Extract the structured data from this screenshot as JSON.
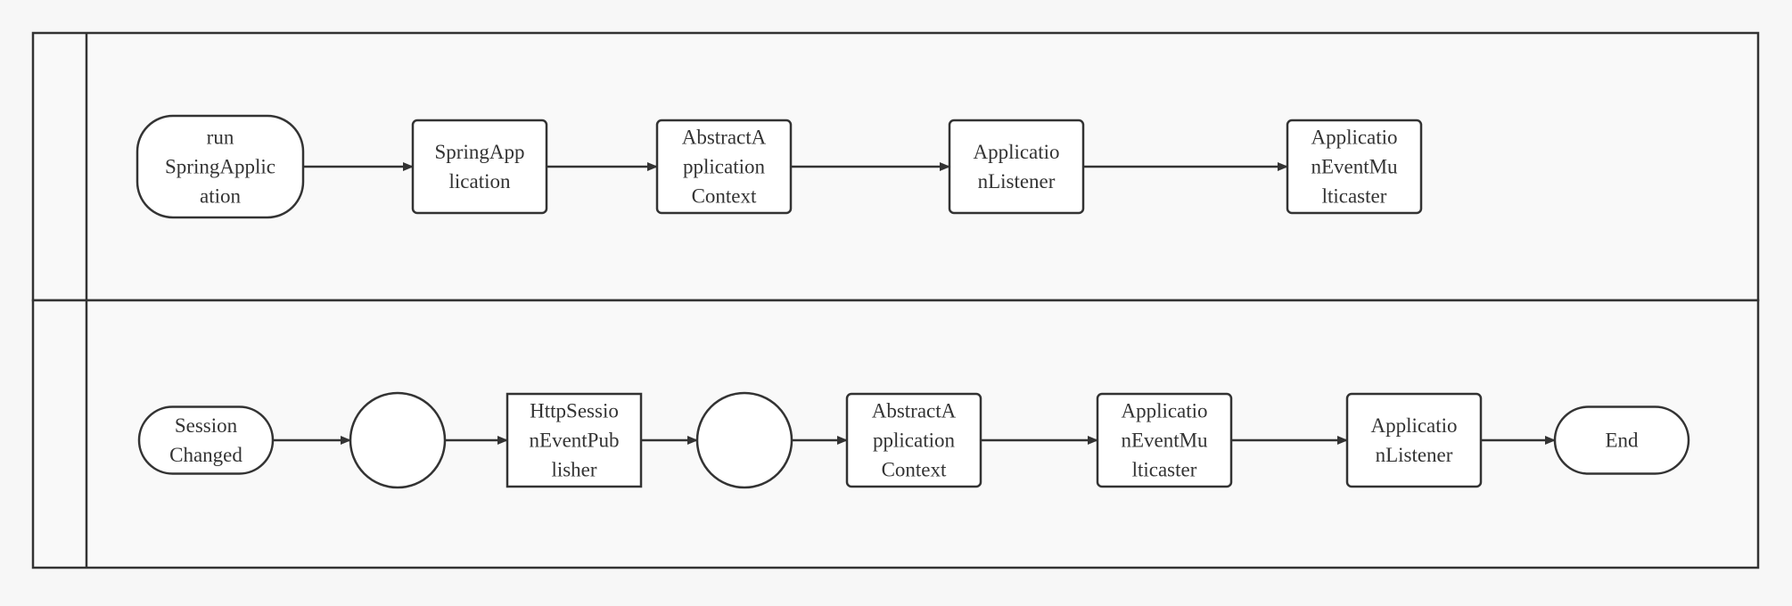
{
  "colors": {
    "background": "#f7f7f7",
    "stroke": "#333333",
    "node_fill": "#ffffff",
    "lane_fill": "#f9f9f9"
  },
  "lanes": [
    {
      "id": "lane-1",
      "nodes": [
        {
          "id": "n1",
          "shape": "stadium",
          "lines": [
            "run",
            "SpringApplic",
            "ation"
          ]
        },
        {
          "id": "n2",
          "shape": "rounded-rect",
          "lines": [
            "SpringApp",
            "lication"
          ]
        },
        {
          "id": "n3",
          "shape": "rounded-rect",
          "lines": [
            "AbstractA",
            "pplication",
            "Context"
          ]
        },
        {
          "id": "n4",
          "shape": "rounded-rect",
          "lines": [
            "Applicatio",
            "nListener"
          ]
        },
        {
          "id": "n5",
          "shape": "rounded-rect",
          "lines": [
            "Applicatio",
            "nEventMu",
            "lticaster"
          ]
        }
      ],
      "edges": [
        [
          "n1",
          "n2"
        ],
        [
          "n2",
          "n3"
        ],
        [
          "n3",
          "n4"
        ],
        [
          "n4",
          "n5"
        ]
      ]
    },
    {
      "id": "lane-2",
      "nodes": [
        {
          "id": "m1",
          "shape": "stadium",
          "lines": [
            "Session",
            "Changed"
          ]
        },
        {
          "id": "m2",
          "shape": "circle",
          "lines": []
        },
        {
          "id": "m3",
          "shape": "rect",
          "lines": [
            "HttpSessio",
            "nEventPub",
            "lisher"
          ]
        },
        {
          "id": "m4",
          "shape": "circle",
          "lines": []
        },
        {
          "id": "m5",
          "shape": "rounded-rect",
          "lines": [
            "AbstractA",
            "pplication",
            "Context"
          ]
        },
        {
          "id": "m6",
          "shape": "rounded-rect",
          "lines": [
            "Applicatio",
            "nEventMu",
            "lticaster"
          ]
        },
        {
          "id": "m7",
          "shape": "rounded-rect",
          "lines": [
            "Applicatio",
            "nListener"
          ]
        },
        {
          "id": "m8",
          "shape": "stadium",
          "lines": [
            "End"
          ]
        }
      ],
      "edges": [
        [
          "m1",
          "m2"
        ],
        [
          "m2",
          "m3"
        ],
        [
          "m3",
          "m4"
        ],
        [
          "m4",
          "m5"
        ],
        [
          "m5",
          "m6"
        ],
        [
          "m6",
          "m7"
        ],
        [
          "m7",
          "m8"
        ]
      ]
    }
  ]
}
